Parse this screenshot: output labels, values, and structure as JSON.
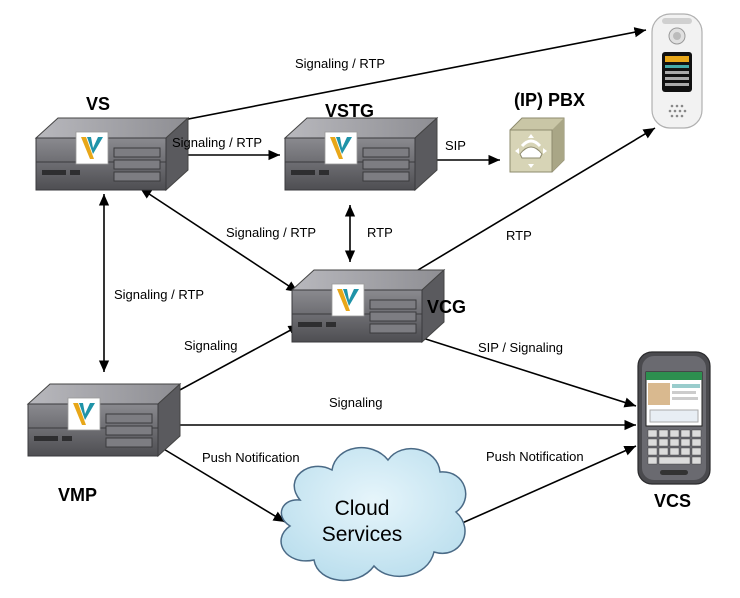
{
  "nodes": {
    "vs": "VS",
    "vstg": "VSTG",
    "pbx": "(IP) PBX",
    "vcg": "VCG",
    "vmp": "VMP",
    "vcs": "VCS",
    "cloud_line1": "Cloud",
    "cloud_line2": "Services"
  },
  "edges": {
    "vs_badge": "Signaling / RTP",
    "vs_vstg": "Signaling / RTP",
    "vstg_pbx": "SIP",
    "vs_vcg": "Signaling / RTP",
    "vstg_vcg": "RTP",
    "badge_vcg": "RTP",
    "vs_vmp": "Signaling / RTP",
    "vmp_vcg": "Signaling",
    "vcg_vcs": "SIP / Signaling",
    "vmp_vcs": "Signaling",
    "vmp_cloud": "Push Notification",
    "cloud_vcs": "Push Notification"
  },
  "colors": {
    "server_body": "#6e6e72",
    "server_top": "#a6a6ab",
    "logo_teal": "#1f93a8",
    "logo_gold": "#e8a719",
    "cloud_fill": "#c8e8f4",
    "cloud_stroke": "#4a6a86",
    "pbx_fill": "#c9c6a6",
    "arrow": "#000000"
  }
}
